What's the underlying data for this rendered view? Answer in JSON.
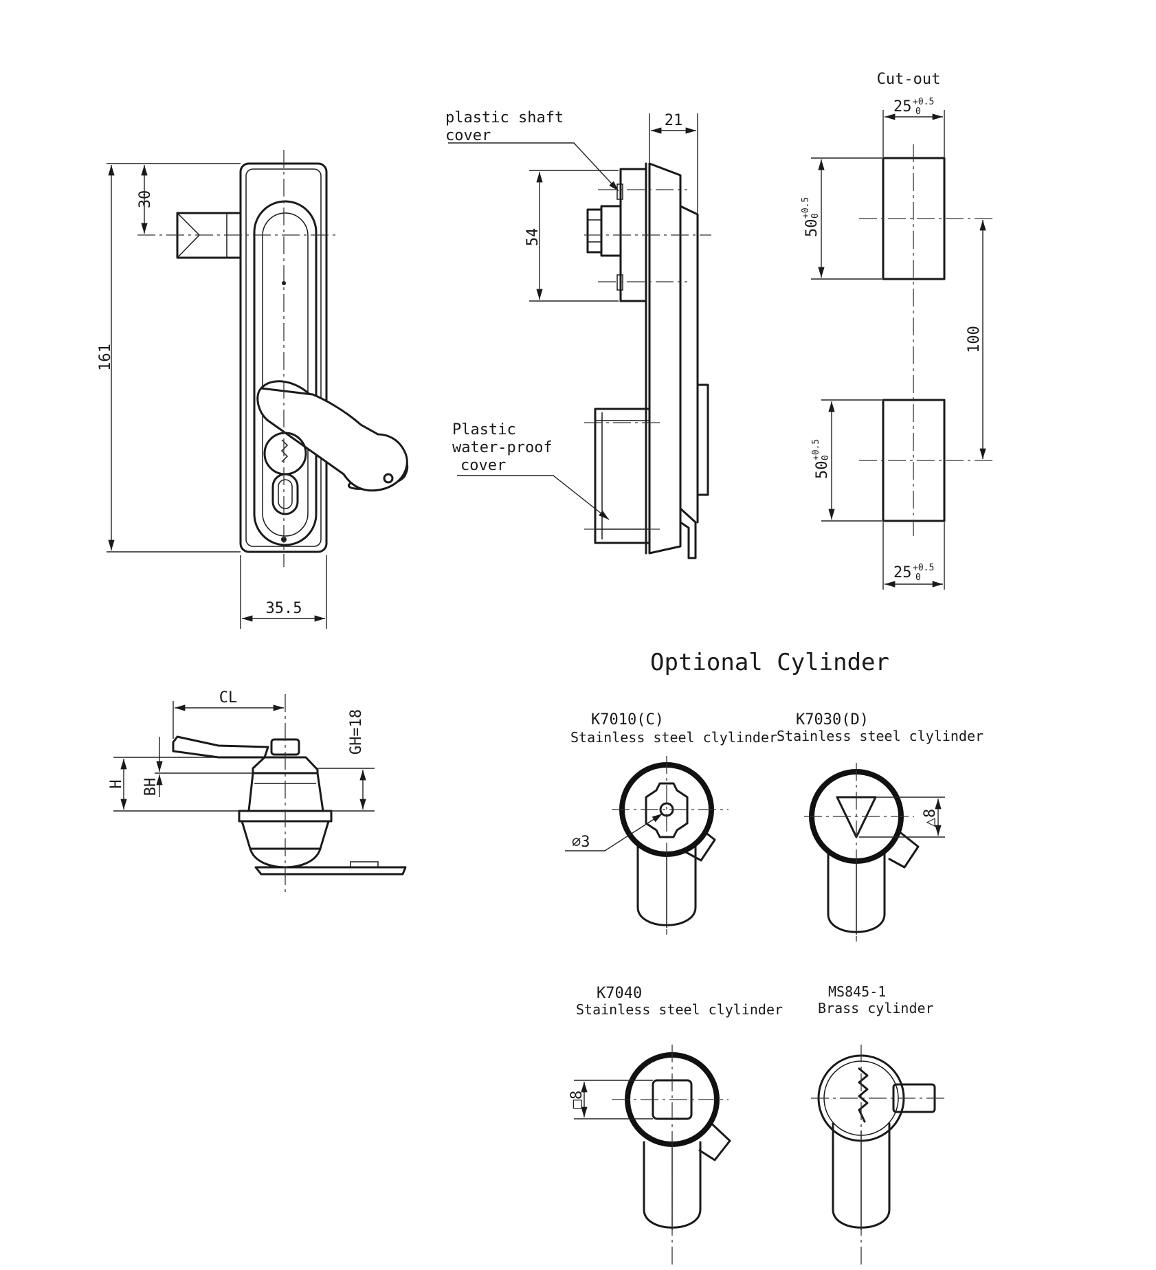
{
  "labels": {
    "cutout": "Cut-out",
    "shaft_cover_1": "plastic shaft",
    "shaft_cover_2": "cover",
    "waterproof_1": "Plastic",
    "waterproof_2": "water-proof",
    "waterproof_3": "cover",
    "optional_cylinder": "Optional Cylinder"
  },
  "dimensions": {
    "d30": "30",
    "d161": "161",
    "d35_5": "35.5",
    "d21": "21",
    "d54": "54",
    "d100": "100",
    "d25": "25",
    "d25_tol_upper": "+0.5",
    "d25_tol_lower": "0",
    "d50": "50",
    "d50_tol_upper": "+0.5",
    "d50_tol_lower": "0",
    "cl": "CL",
    "gh": "GH=18",
    "h": "H",
    "bh": "BH",
    "dia3": "∅3",
    "tri8": "△8",
    "sq8": "□8"
  },
  "cylinders": [
    {
      "code": "K7010(C)",
      "desc": "Stainless steel clylinder"
    },
    {
      "code": "K7030(D)",
      "desc": "Stainless steel clylinder"
    },
    {
      "code": "K7040",
      "desc": "Stainless steel clylinder"
    },
    {
      "code": "MS845-1",
      "desc": "Brass cylinder"
    }
  ]
}
